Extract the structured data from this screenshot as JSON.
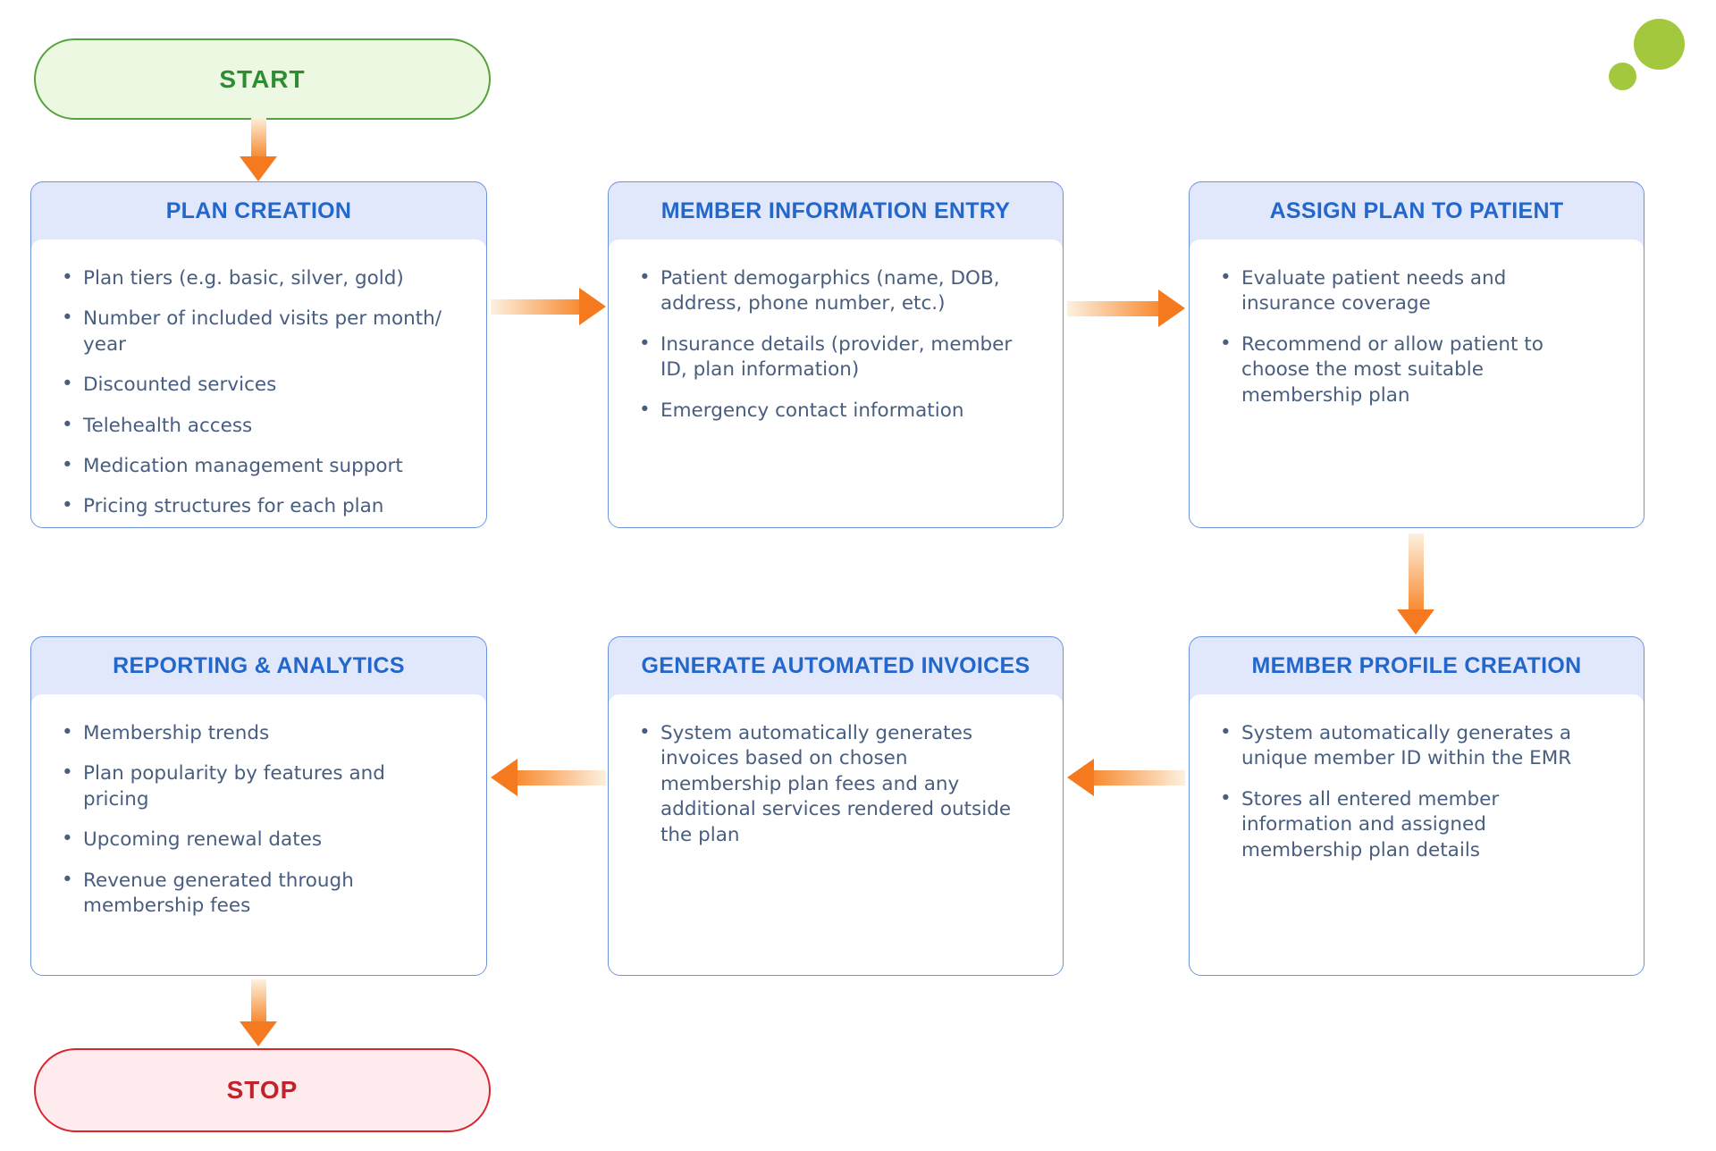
{
  "title": "Membership plan workflow flowchart",
  "start": {
    "label": "START"
  },
  "stop": {
    "label": "STOP"
  },
  "boxes": [
    {
      "id": "plan-creation",
      "title": "PLAN CREATION",
      "bullets": [
        "Plan tiers (e.g. basic, silver, gold)",
        "Number of included visits per month/ year",
        "Discounted services",
        "Telehealth access",
        "Medication management support",
        "Pricing structures for each plan"
      ]
    },
    {
      "id": "member-information-entry",
      "title": "MEMBER INFORMATION ENTRY",
      "bullets": [
        "Patient demogarphics (name, DOB, address, phone number, etc.)",
        "Insurance details (provider, member ID, plan information)",
        "Emergency contact information"
      ]
    },
    {
      "id": "assign-plan-to-patient",
      "title": "ASSIGN PLAN TO PATIENT",
      "bullets": [
        "Evaluate patient needs and insurance coverage",
        "Recommend or allow patient to choose the most suitable membership plan"
      ]
    },
    {
      "id": "reporting-analytics",
      "title": "REPORTING & ANALYTICS",
      "bullets": [
        "Membership trends",
        "Plan popularity by features and pricing",
        "Upcoming renewal dates",
        "Revenue generated through membership fees"
      ]
    },
    {
      "id": "generate-automated-invoices",
      "title": "GENERATE AUTOMATED INVOICES",
      "bullets": [
        "System automatically generates invoices based on chosen membership plan fees and any additional services rendered outside the plan"
      ]
    },
    {
      "id": "member-profile-creation",
      "title": "MEMBER PROFILE CREATION",
      "bullets": [
        "System automatically generates a unique member ID within the EMR",
        "Stores all entered member information and assigned membership plan details"
      ]
    }
  ],
  "flow": {
    "edges": [
      {
        "from": "start",
        "to": "plan-creation"
      },
      {
        "from": "plan-creation",
        "to": "member-information-entry"
      },
      {
        "from": "member-information-entry",
        "to": "assign-plan-to-patient"
      },
      {
        "from": "assign-plan-to-patient",
        "to": "member-profile-creation"
      },
      {
        "from": "member-profile-creation",
        "to": "generate-automated-invoices"
      },
      {
        "from": "generate-automated-invoices",
        "to": "reporting-analytics"
      },
      {
        "from": "reporting-analytics",
        "to": "stop"
      }
    ]
  },
  "colors": {
    "accent_blue": "#2467cb",
    "box_border": "#6a93dc",
    "box_header_bg": "#e1e8fc",
    "body_text": "#485e80",
    "arrow_orange": "#f5791e",
    "start_green_border": "#55a33c",
    "start_green_bg": "#ecf8e2",
    "start_text": "#2e8c33",
    "stop_red_border": "#d8252e",
    "stop_red_bg": "#fdebed",
    "stop_text": "#c2232b",
    "logo_green": "#a4c83d"
  }
}
